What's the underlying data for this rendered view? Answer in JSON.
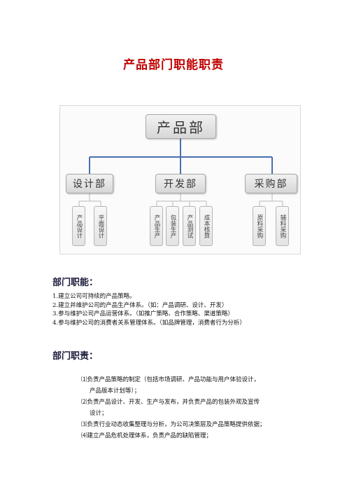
{
  "doc": {
    "title": "产品部门职能职责",
    "chart": {
      "root": "产品部",
      "departments": [
        {
          "name": "设计部",
          "items": [
            "产品设计",
            "平面设计"
          ]
        },
        {
          "name": "开发部",
          "items": [
            "产品生产",
            "包装生产",
            "产品测试",
            "成本核算"
          ]
        },
        {
          "name": "采购部",
          "items": [
            "原料采购",
            "辅料采购"
          ]
        }
      ],
      "line_color": "#4a6fae"
    },
    "functions_heading": "部门职能：",
    "functions": [
      "1.建立公司可持续的产品策略。",
      "2.建立并维护公司的产品生产体系。（如：产品调研、设计、开发）",
      "3.参与维护公司产品运营体系。（如推广策略、合作策略、渠道策略）",
      "4.参与维护公司的消费者关系管理体系。（如品牌管理，消费者行为分析）"
    ],
    "responsibilities_heading": "部门职责：",
    "responsibilities": {
      "r1a": "⑴负责产品策略的制定（包括市场调研、产品功能与用户体验设计，",
      "r1b": "产品版本计划等）；",
      "r2a": "⑵负责产品设计、开发、生产与发布，并负责产品的包装外观及宣传",
      "r2b": "设计；",
      "r3": "⑶负责行业动态收集整理与分析，为公司决策层及产品策略提供依据；",
      "r4": "⑷建立产品危机处理体系，负责产品的缺陷管理；"
    }
  }
}
